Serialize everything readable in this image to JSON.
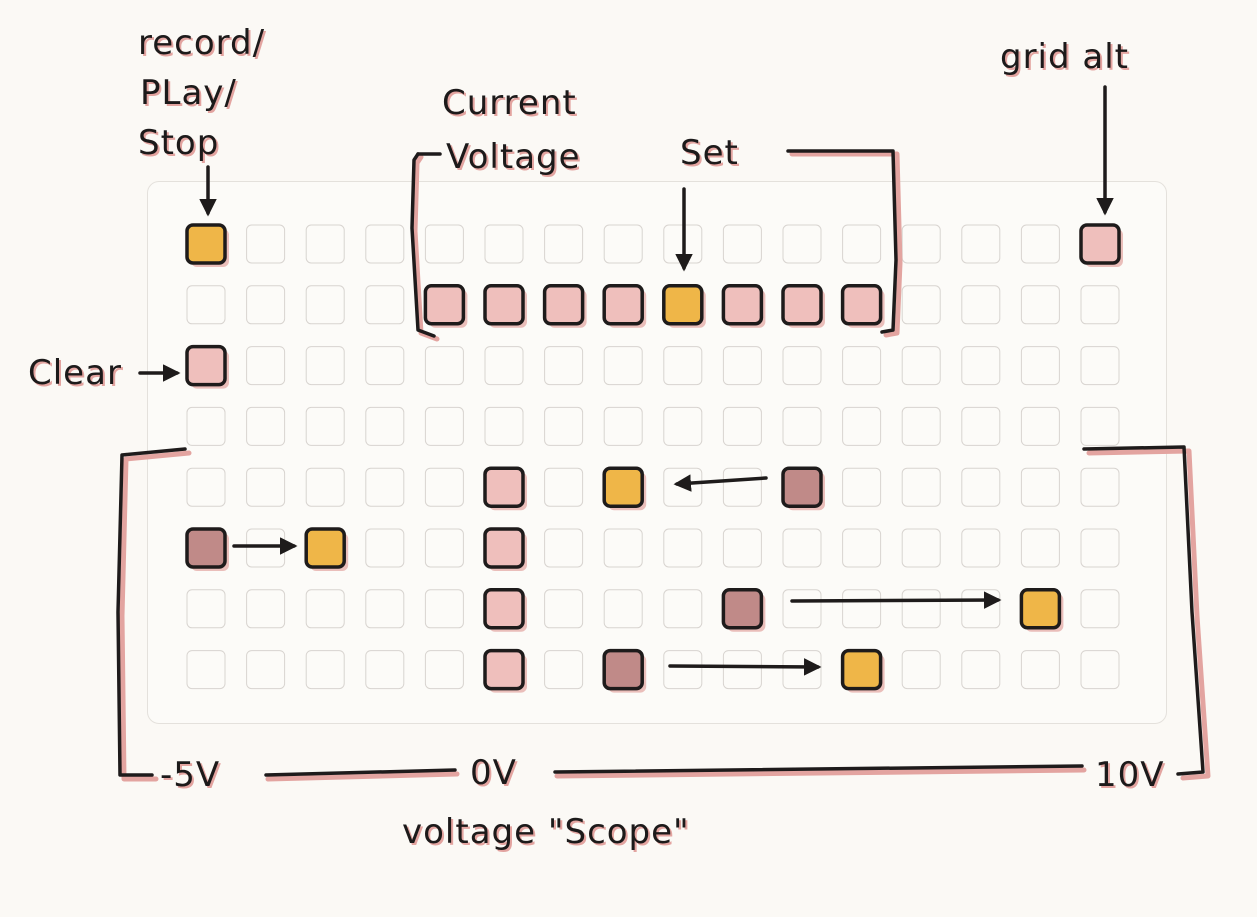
{
  "labels": {
    "record_play_stop": [
      "record/",
      "PLay/",
      "Stop"
    ],
    "current_voltage_set": [
      "Current",
      "Voltage",
      "Set"
    ],
    "grid_alt": "grid alt",
    "clear": "Clear",
    "minus_5v": "-5V",
    "zero_v": "0V",
    "ten_v": "10V",
    "voltage_scope": "voltage \"Scope\""
  },
  "grid": {
    "columns": 16,
    "rows": 8
  },
  "colors": {
    "pink": "#efbfbc",
    "yellow": "#efb648",
    "mauve": "#c08a88",
    "outline": "#1e1b1b",
    "empty_cell": "#d8d4d0",
    "shadow": "#e3a4a0"
  },
  "lit_cells": [
    {
      "col": 0,
      "row": 0,
      "color": "yellow",
      "name": "record-play-stop-key"
    },
    {
      "col": 15,
      "row": 0,
      "color": "pink",
      "name": "grid-alt-key"
    },
    {
      "col": 4,
      "row": 1,
      "color": "pink",
      "name": "voltage-set-key-1"
    },
    {
      "col": 5,
      "row": 1,
      "color": "pink",
      "name": "voltage-set-key-2"
    },
    {
      "col": 6,
      "row": 1,
      "color": "pink",
      "name": "voltage-set-key-3"
    },
    {
      "col": 7,
      "row": 1,
      "color": "pink",
      "name": "voltage-set-key-4"
    },
    {
      "col": 8,
      "row": 1,
      "color": "yellow",
      "name": "voltage-set-key-5-current"
    },
    {
      "col": 9,
      "row": 1,
      "color": "pink",
      "name": "voltage-set-key-6"
    },
    {
      "col": 10,
      "row": 1,
      "color": "pink",
      "name": "voltage-set-key-7"
    },
    {
      "col": 11,
      "row": 1,
      "color": "pink",
      "name": "voltage-set-key-8"
    },
    {
      "col": 0,
      "row": 2,
      "color": "pink",
      "name": "clear-key"
    },
    {
      "col": 5,
      "row": 4,
      "color": "pink",
      "name": "zero-volt-marker-1"
    },
    {
      "col": 5,
      "row": 5,
      "color": "pink",
      "name": "zero-volt-marker-2"
    },
    {
      "col": 5,
      "row": 6,
      "color": "pink",
      "name": "zero-volt-marker-3"
    },
    {
      "col": 5,
      "row": 7,
      "color": "pink",
      "name": "zero-volt-marker-4"
    },
    {
      "col": 7,
      "row": 4,
      "color": "yellow",
      "name": "scope-target-row-1"
    },
    {
      "col": 10,
      "row": 4,
      "color": "mauve",
      "name": "scope-source-row-1"
    },
    {
      "col": 0,
      "row": 5,
      "color": "mauve",
      "name": "scope-source-row-2"
    },
    {
      "col": 2,
      "row": 5,
      "color": "yellow",
      "name": "scope-target-row-2"
    },
    {
      "col": 9,
      "row": 6,
      "color": "mauve",
      "name": "scope-source-row-3"
    },
    {
      "col": 14,
      "row": 6,
      "color": "yellow",
      "name": "scope-target-row-3"
    },
    {
      "col": 7,
      "row": 7,
      "color": "mauve",
      "name": "scope-source-row-4"
    },
    {
      "col": 11,
      "row": 7,
      "color": "yellow",
      "name": "scope-target-row-4"
    }
  ]
}
